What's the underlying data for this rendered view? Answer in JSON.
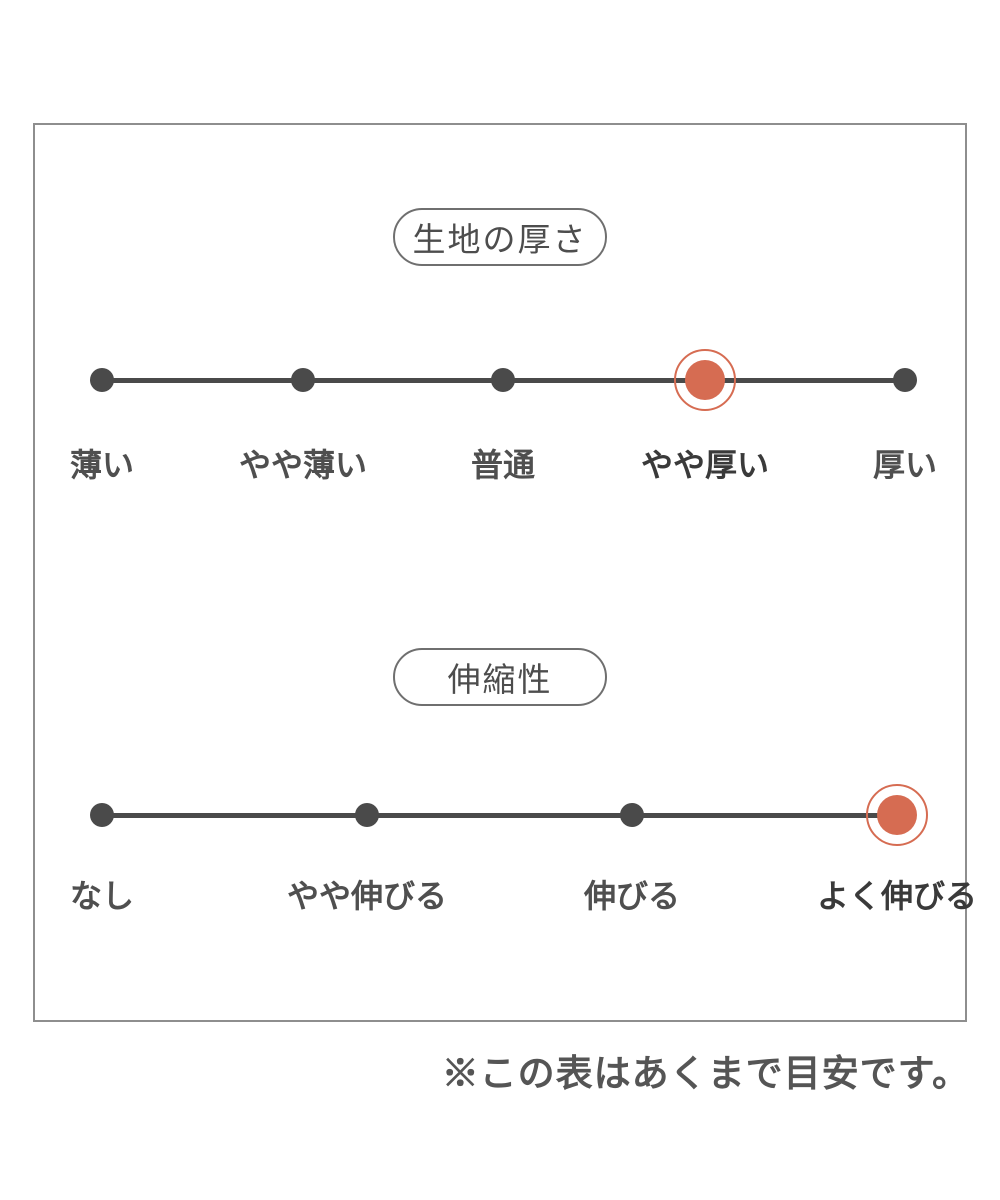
{
  "colors": {
    "accent": "#d66c52",
    "line": "#4a4a4a",
    "text": "#4f4f4f",
    "frame_border": "#8e8e8e"
  },
  "scales": [
    {
      "title": "生地の厚さ",
      "options": [
        {
          "label": "薄い",
          "selected": false
        },
        {
          "label": "やや薄い",
          "selected": false
        },
        {
          "label": "普通",
          "selected": false
        },
        {
          "label": "やや厚い",
          "selected": true
        },
        {
          "label": "厚い",
          "selected": false
        }
      ]
    },
    {
      "title": "伸縮性",
      "options": [
        {
          "label": "なし",
          "selected": false
        },
        {
          "label": "やや伸びる",
          "selected": false
        },
        {
          "label": "伸びる",
          "selected": false
        },
        {
          "label": "よく伸びる",
          "selected": true
        }
      ]
    }
  ],
  "footnote": "※この表はあくまで目安です。"
}
